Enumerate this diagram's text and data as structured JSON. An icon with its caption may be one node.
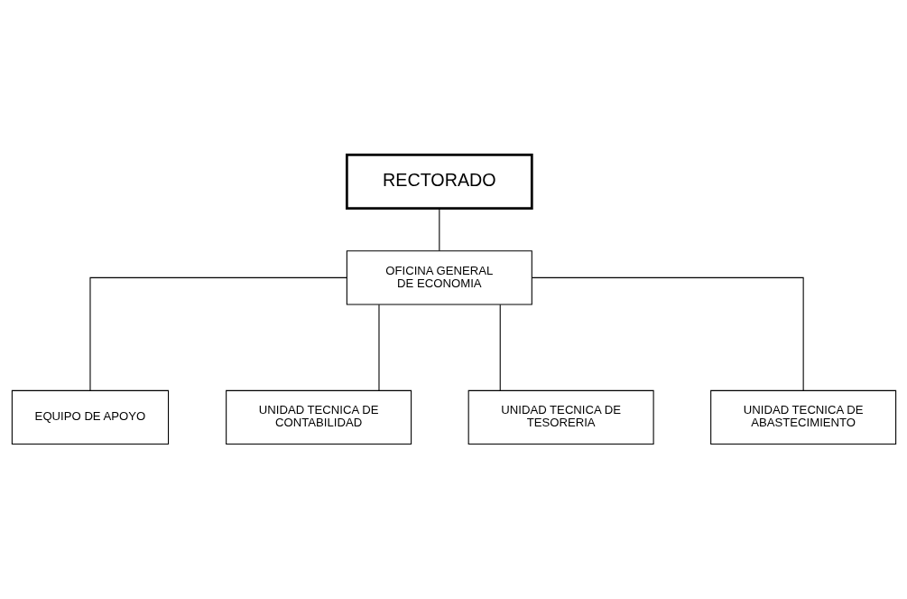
{
  "diagram": {
    "nodes": [
      {
        "text": [
          "RECTORADO"
        ]
      },
      {
        "text": [
          "OFICINA GENERAL DE ECONOMIA"
        ]
      },
      {
        "text": [
          "EQUIPO DE APOYO"
        ]
      },
      {
        "text": [
          "UNIDAD TECNICA DE CONTABILIDAD"
        ]
      },
      {
        "text": [
          "UNIDAD TECNICA DE TESORERIA"
        ]
      },
      {
        "text": [
          "UNIDAD TECNICA DE ABASTECIMIENTO"
        ]
      }
    ],
    "edges": [
      {
        "from": 0,
        "to": 1,
        "arrow": "none"
      },
      {
        "from": 1,
        "to": 2,
        "arrow": "none"
      },
      {
        "from": 1,
        "to": 3,
        "arrow": "none"
      },
      {
        "from": 1,
        "to": 4,
        "arrow": "none"
      },
      {
        "from": 1,
        "to": 5,
        "arrow": "none"
      }
    ]
  }
}
